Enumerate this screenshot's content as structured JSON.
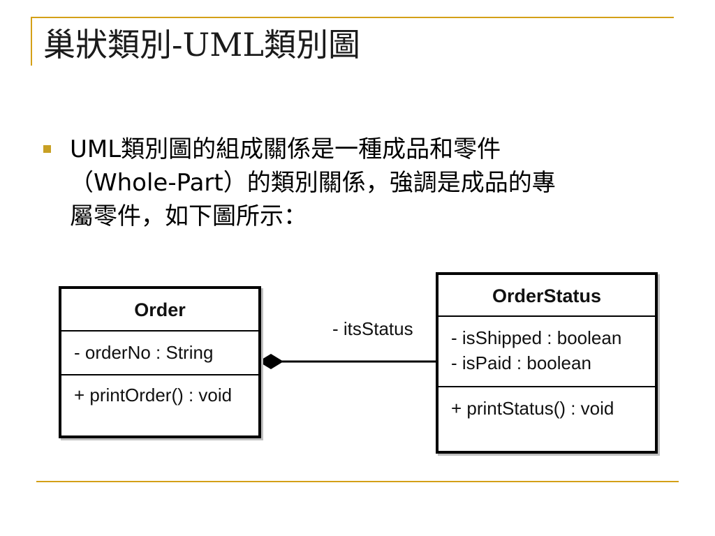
{
  "slide": {
    "title": "巢狀類別-UML類別圖",
    "body_lines": [
      "UML類別圖的組成關係是一種成品和零件",
      "（Whole-Part）的類別關係，強調是成品的專",
      "屬零件，如下圖所示："
    ],
    "accent_color": "#d4a017",
    "bullet_color": "#c8a024"
  },
  "diagram": {
    "classes": [
      {
        "name": "Order",
        "attributes": [
          "- orderNo : String"
        ],
        "operations": [
          "+ printOrder() : void"
        ]
      },
      {
        "name": "OrderStatus",
        "attributes": [
          "- isShipped : boolean",
          "- isPaid : boolean"
        ],
        "operations": [
          "+ printStatus() : void"
        ]
      }
    ],
    "association": {
      "kind": "composition",
      "whole": "Order",
      "part": "OrderStatus",
      "role": "- itsStatus"
    }
  }
}
